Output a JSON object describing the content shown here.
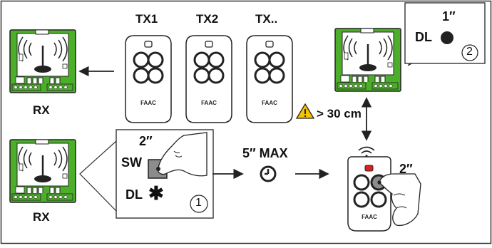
{
  "transmitters": [
    {
      "label": "TX1"
    },
    {
      "label": "TX2"
    },
    {
      "label": "TX.."
    }
  ],
  "receiver_label": "RX",
  "receiver_label_2": "RX",
  "step1": {
    "time": "2″",
    "button": "SW",
    "led": "DL",
    "led_symbol": "✱",
    "number": "1"
  },
  "timer": {
    "label": "5″ MAX"
  },
  "remote_hold": {
    "time": "2″"
  },
  "step2": {
    "time": "1″",
    "led": "DL",
    "number": "2"
  },
  "distance": {
    "label": "> 30 cm"
  },
  "brand_mark": "FAAC",
  "colors": {
    "board_green": "#4caf2a",
    "remote_red": "#e02020",
    "warning_yellow": "#f5c400",
    "grey": "#8c8c8c"
  }
}
